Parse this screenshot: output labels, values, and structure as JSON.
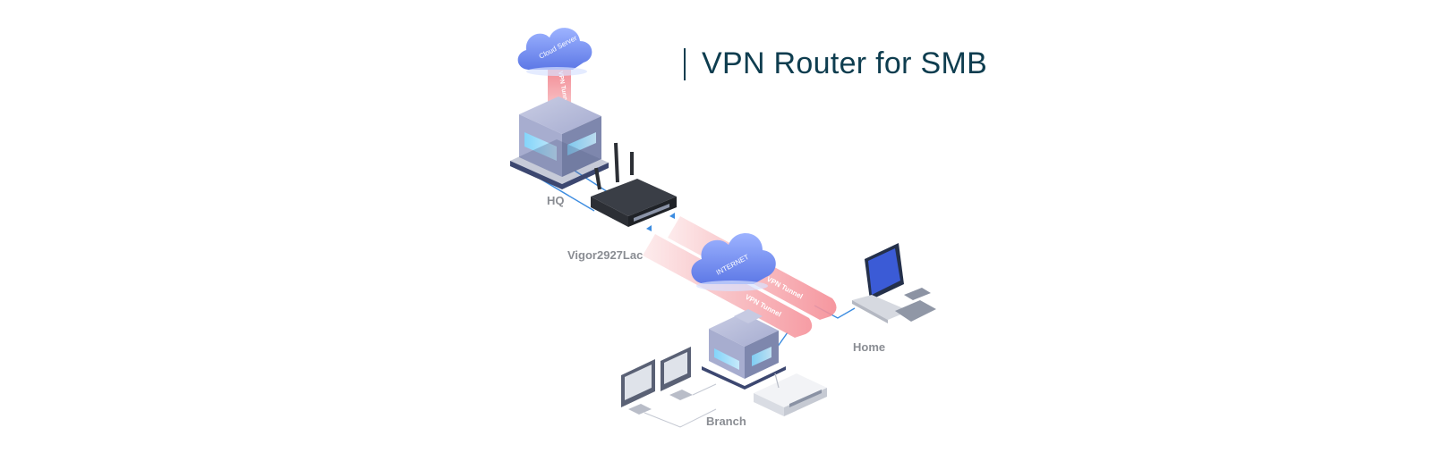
{
  "title": "VPN Router for SMB",
  "labels": {
    "hq": "HQ",
    "router": "Vigor2927Lac",
    "home": "Home",
    "branch": "Branch"
  },
  "clouds": {
    "cloud_server": "Cloud Server",
    "internet": "INTERNET"
  },
  "tunnels": {
    "cloud_tunnel": "VPN Tunnel",
    "home_tunnel": "VPN Tunnel",
    "branch_tunnel": "VPN Tunnel"
  },
  "colors": {
    "title": "#0e3d4f",
    "cloud": "#6f8ff0",
    "tunnel": "#f4a3a9",
    "link": "#3c8ce0",
    "building": "#7e87ad",
    "router": "#2c2f35"
  }
}
